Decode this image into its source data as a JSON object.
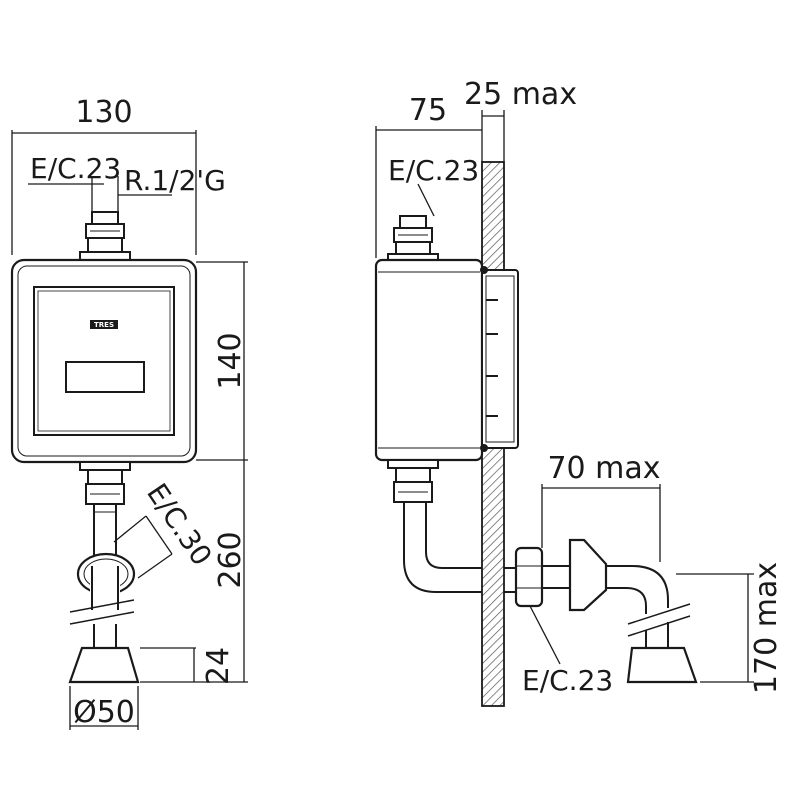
{
  "front_view": {
    "width_label": "130",
    "height_label": "140",
    "inlet_thread_label": "E/C.23",
    "inlet_pipe_label": "R.1/2'G",
    "outlet_thread_label": "E/C.30",
    "drop_label": "260",
    "flange_height_label": "24",
    "flange_diameter_label": "Ø50",
    "brand_label": "TRES"
  },
  "side_view": {
    "depth_label": "75",
    "wall_label": "25 max",
    "inlet_thread_label": "E/C.23",
    "outlet_thread_label": "E/C.23",
    "offset_label": "70 max",
    "height_max_label": "170 max"
  },
  "colors": {
    "line": "#1a1a1a",
    "body_fill": "#ffffff",
    "window_fill": "#ffffff",
    "wall_hatch": "#555555"
  }
}
